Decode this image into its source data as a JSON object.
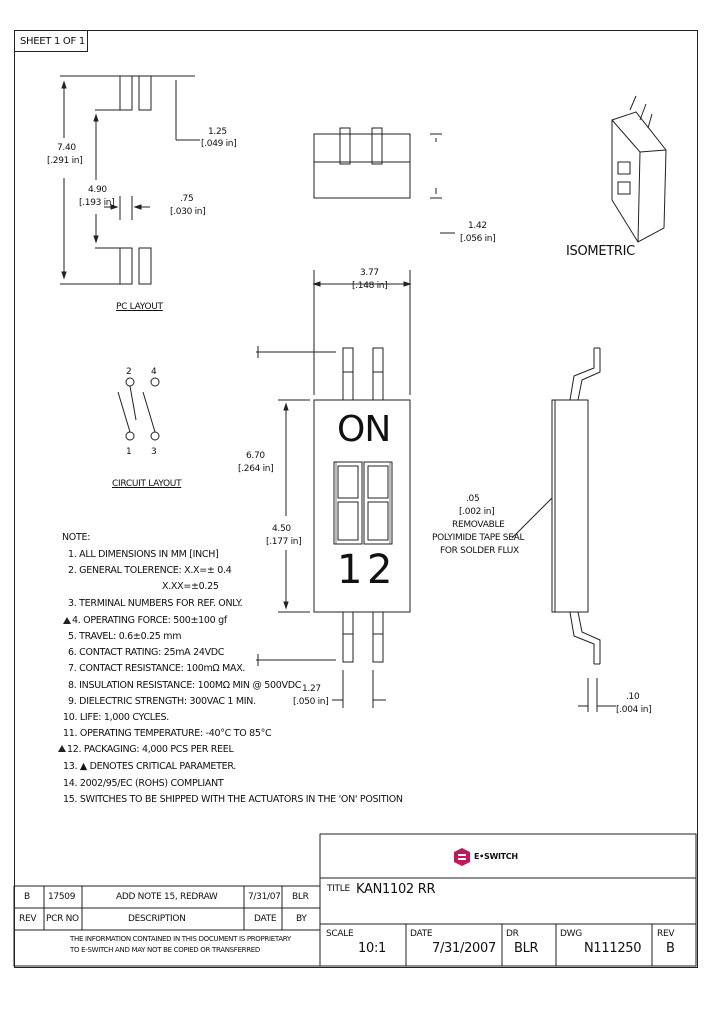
{
  "sheet": "SHEET 1 OF 1",
  "pc_layout": {
    "title": "PC LAYOUT",
    "dim1_mm": "1.25",
    "dim1_in": "[.049 in]",
    "dim2_mm": "7.40",
    "dim2_in": "[.291 in]",
    "dim3_mm": "4.90",
    "dim3_in": "[.193 in]",
    "dim4_mm": ".75",
    "dim4_in": "[.030 in]"
  },
  "side_view": {
    "dim_mm": "1.42",
    "dim_in": "[.056 in]"
  },
  "isometric": "ISOMETRIC",
  "top_view": {
    "width_mm": "3.77",
    "width_in": "[.148 in]",
    "height_mm": "6.70",
    "height_in": "[.264 in]",
    "body_mm": "4.50",
    "body_in": "[.177 in]",
    "pitch_mm": "1.27",
    "pitch_in": "[.050 in]",
    "on_label": "ON",
    "pos1": "1",
    "pos2": "2"
  },
  "circuit": {
    "title": "CIRCUIT LAYOUT",
    "pin2": "2",
    "pin4": "4",
    "pin1": "1",
    "pin3": "3"
  },
  "tape_note": {
    "l1": ".05",
    "l2": "[.002 in]",
    "l3": "REMOVABLE",
    "l4": "POLYIMIDE TAPE SEAL",
    "l5": "FOR SOLDER FLUX"
  },
  "lead_dim": {
    "mm": ".10",
    "in": "[.004 in]"
  },
  "notes": {
    "title": "NOTE:",
    "n1": "1. ALL DIMENSIONS IN MM [INCH]",
    "n2": "2. GENERAL TOLERENCE: X.X=± 0.4",
    "n2b": "X.XX=±0.25",
    "n3": "3. TERMINAL NUMBERS FOR REF. ONLY.",
    "n4": "4. OPERATING FORCE: 500±100 gf",
    "n5": "5. TRAVEL: 0.6±0.25 mm",
    "n6": "6. CONTACT RATING: 25mA 24VDC",
    "n7": "7. CONTACT RESISTANCE: 100mΩ MAX.",
    "n8": "8. INSULATION RESISTANCE: 100MΩ MIN @ 500VDC",
    "n9": "9. DIELECTRIC STRENGTH: 300VAC 1 MIN.",
    "n10": "10. LIFE: 1,000 CYCLES.",
    "n11": "11. OPERATING TEMPERATURE: -40°C TO 85°C",
    "n12": "12. PACKAGING: 4,000 PCS PER REEL",
    "n13": "13. ▲ DENOTES CRITICAL PARAMETER.",
    "n14": "14. 2002/95/EC (ROHS) COMPLIANT",
    "n15": "15. SWITCHES TO BE SHIPPED WITH THE ACTUATORS IN THE 'ON' POSITION"
  },
  "logo": "E•SWITCH",
  "revision_table": {
    "rev": "B",
    "pcr": "17509",
    "description": "ADD NOTE 15, REDRAW",
    "date": "7/31/07",
    "by": "BLR",
    "h_rev": "REV",
    "h_pcr": "PCR NO",
    "h_desc": "DESCRIPTION",
    "h_date": "DATE",
    "h_by": "BY",
    "proprietary1": "THE INFORMATION CONTAINED IN THIS DOCUMENT IS PROPRIETARY",
    "proprietary2": "TO E-SWITCH AND MAY NOT BE COPIED OR TRANSFERRED"
  },
  "title_block": {
    "title_label": "TITLE",
    "title": "KAN1102 RR",
    "scale_label": "SCALE",
    "scale": "10:1",
    "date_label": "DATE",
    "date": "7/31/2007",
    "dr_label": "DR",
    "dr": "BLR",
    "dwg_label": "DWG",
    "dwg": "N111250",
    "rev_label": "REV",
    "rev": "B"
  }
}
